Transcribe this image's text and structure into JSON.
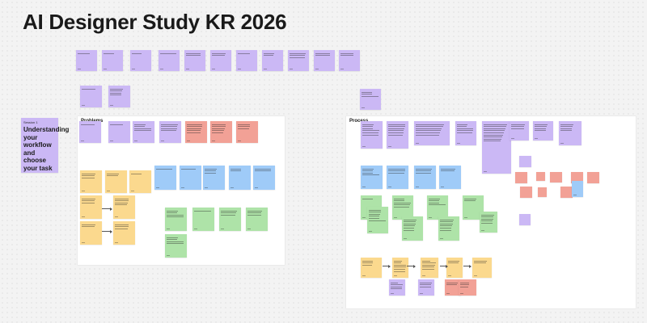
{
  "board": {
    "title": "AI Designer Study KR 2026"
  },
  "sections": {
    "problems": "Problems",
    "process": "Process"
  },
  "big_sticky": {
    "author": "Session 1",
    "text": "Understanding your workflow and choose your task"
  },
  "colors": {
    "purple": "#cbb8f5",
    "yellow": "#fbd98e",
    "blue": "#9fcbf8",
    "green": "#aee3a8",
    "red": "#f2a196",
    "section_bg": "#ffffff",
    "canvas_bg": "#f3f3f3"
  },
  "sticky_note_content": "unreadable at this resolution (rendered as placeholder lines)"
}
